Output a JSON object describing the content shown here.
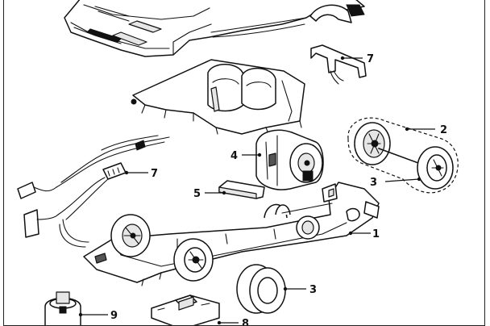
{
  "parts": [
    {
      "id": "body-shell",
      "label": ""
    },
    {
      "id": "wire-clip-top",
      "label": "7"
    },
    {
      "id": "interior-cockpit",
      "label": ""
    },
    {
      "id": "wheel-axle-set",
      "label": "2"
    },
    {
      "id": "motor",
      "label": "4"
    },
    {
      "id": "rear-tyre-right",
      "label": "3"
    },
    {
      "id": "wiring-harness",
      "label": "7"
    },
    {
      "id": "magnet",
      "label": "5"
    },
    {
      "id": "chassis",
      "label": "1"
    },
    {
      "id": "spare-tyre",
      "label": "3"
    },
    {
      "id": "guide-blade",
      "label": "9"
    },
    {
      "id": "decoder-board",
      "label": "8"
    }
  ]
}
